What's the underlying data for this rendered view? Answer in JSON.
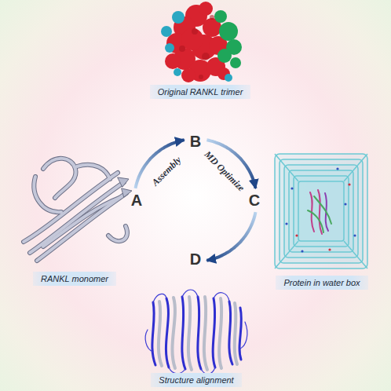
{
  "diagram": {
    "nodes": [
      {
        "text": [
          "A"
        ]
      },
      {
        "text": [
          "B"
        ]
      },
      {
        "text": [
          "C"
        ]
      },
      {
        "text": [
          "D"
        ]
      },
      {
        "text": [
          "RANKL monomer"
        ]
      },
      {
        "text": [
          "Original RANKL trimer"
        ]
      },
      {
        "text": [
          "Protein in water box"
        ]
      },
      {
        "text": [
          "Structure alignment"
        ]
      }
    ],
    "edges": [
      {
        "from": 0,
        "to": 1,
        "label": "Assembly",
        "arrow": "to"
      },
      {
        "from": 1,
        "to": 2,
        "label": "MD Optimize",
        "arrow": "to"
      },
      {
        "from": 2,
        "to": 3,
        "arrow": "to"
      }
    ]
  }
}
